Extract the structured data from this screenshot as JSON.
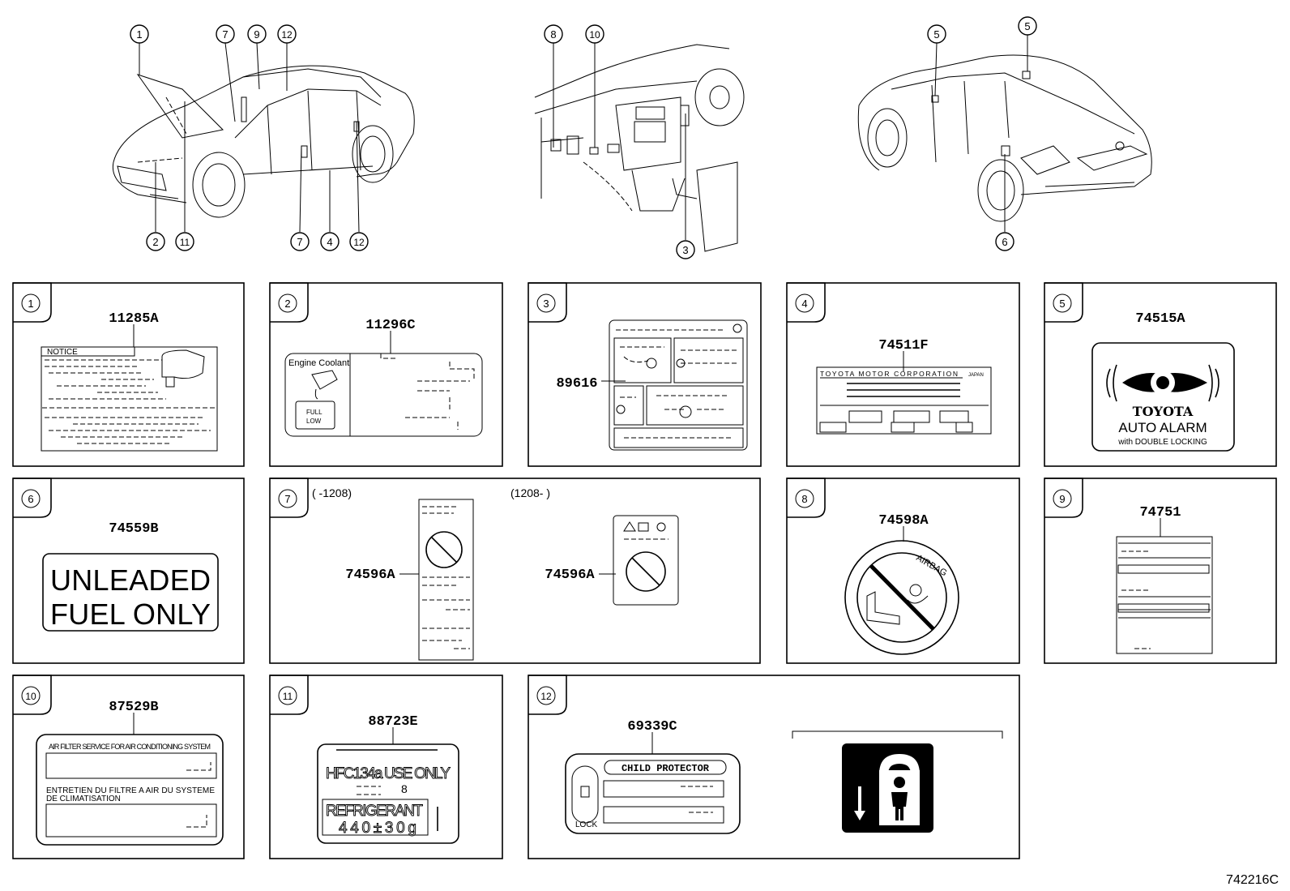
{
  "figure_id": "742216C",
  "callouts": {
    "front": [
      "1",
      "2",
      "7",
      "9",
      "12",
      "7",
      "4",
      "12",
      "11"
    ],
    "interior": [
      "8",
      "10",
      "3"
    ],
    "rear": [
      "5",
      "5",
      "6"
    ]
  },
  "panels": [
    {
      "num": "1",
      "part": "11285A",
      "texts": {
        "notice": "NOTICE"
      }
    },
    {
      "num": "2",
      "part": "11296C",
      "texts": {
        "engine_coolant": "Engine Coolant",
        "full": "FULL",
        "low": "LOW"
      }
    },
    {
      "num": "3",
      "part": "89616"
    },
    {
      "num": "4",
      "part": "74511F",
      "texts": {
        "maker": "TOYOTA MOTOR CORPORATION",
        "country": "JAPAN"
      }
    },
    {
      "num": "5",
      "part": "74515A",
      "texts": {
        "brand": "TOYOTA",
        "line1": "AUTO ALARM",
        "line2": "with DOUBLE LOCKING"
      }
    },
    {
      "num": "6",
      "part": "74559B",
      "texts": {
        "line1": "UNLEADED",
        "line2": "FUEL ONLY"
      }
    },
    {
      "num": "7",
      "part": "74596A",
      "part2": "74596A",
      "texts": {
        "range1": "(    -1208)",
        "range2": "(1208-    )"
      }
    },
    {
      "num": "8",
      "part": "74598A",
      "texts": {
        "airbag": "AIRBAG"
      }
    },
    {
      "num": "9",
      "part": "74751"
    },
    {
      "num": "10",
      "part": "87529B",
      "texts": {
        "line1": "AIR FILTER SERVICE FOR AIR CONDITIONING SYSTEM",
        "line2": "ENTRETIEN DU FILTRE A AIR DU SYSTEME",
        "line3": "DE CLIMATISATION"
      }
    },
    {
      "num": "11",
      "part": "88723E",
      "texts": {
        "line1": "HFC134a USE ONLY",
        "line2": "8",
        "line3": "REFRIGERANT",
        "line4": "440±30g"
      }
    },
    {
      "num": "12",
      "part": "69339C",
      "texts": {
        "child": "CHILD PROTECTOR",
        "lock": "LOCK"
      }
    }
  ]
}
